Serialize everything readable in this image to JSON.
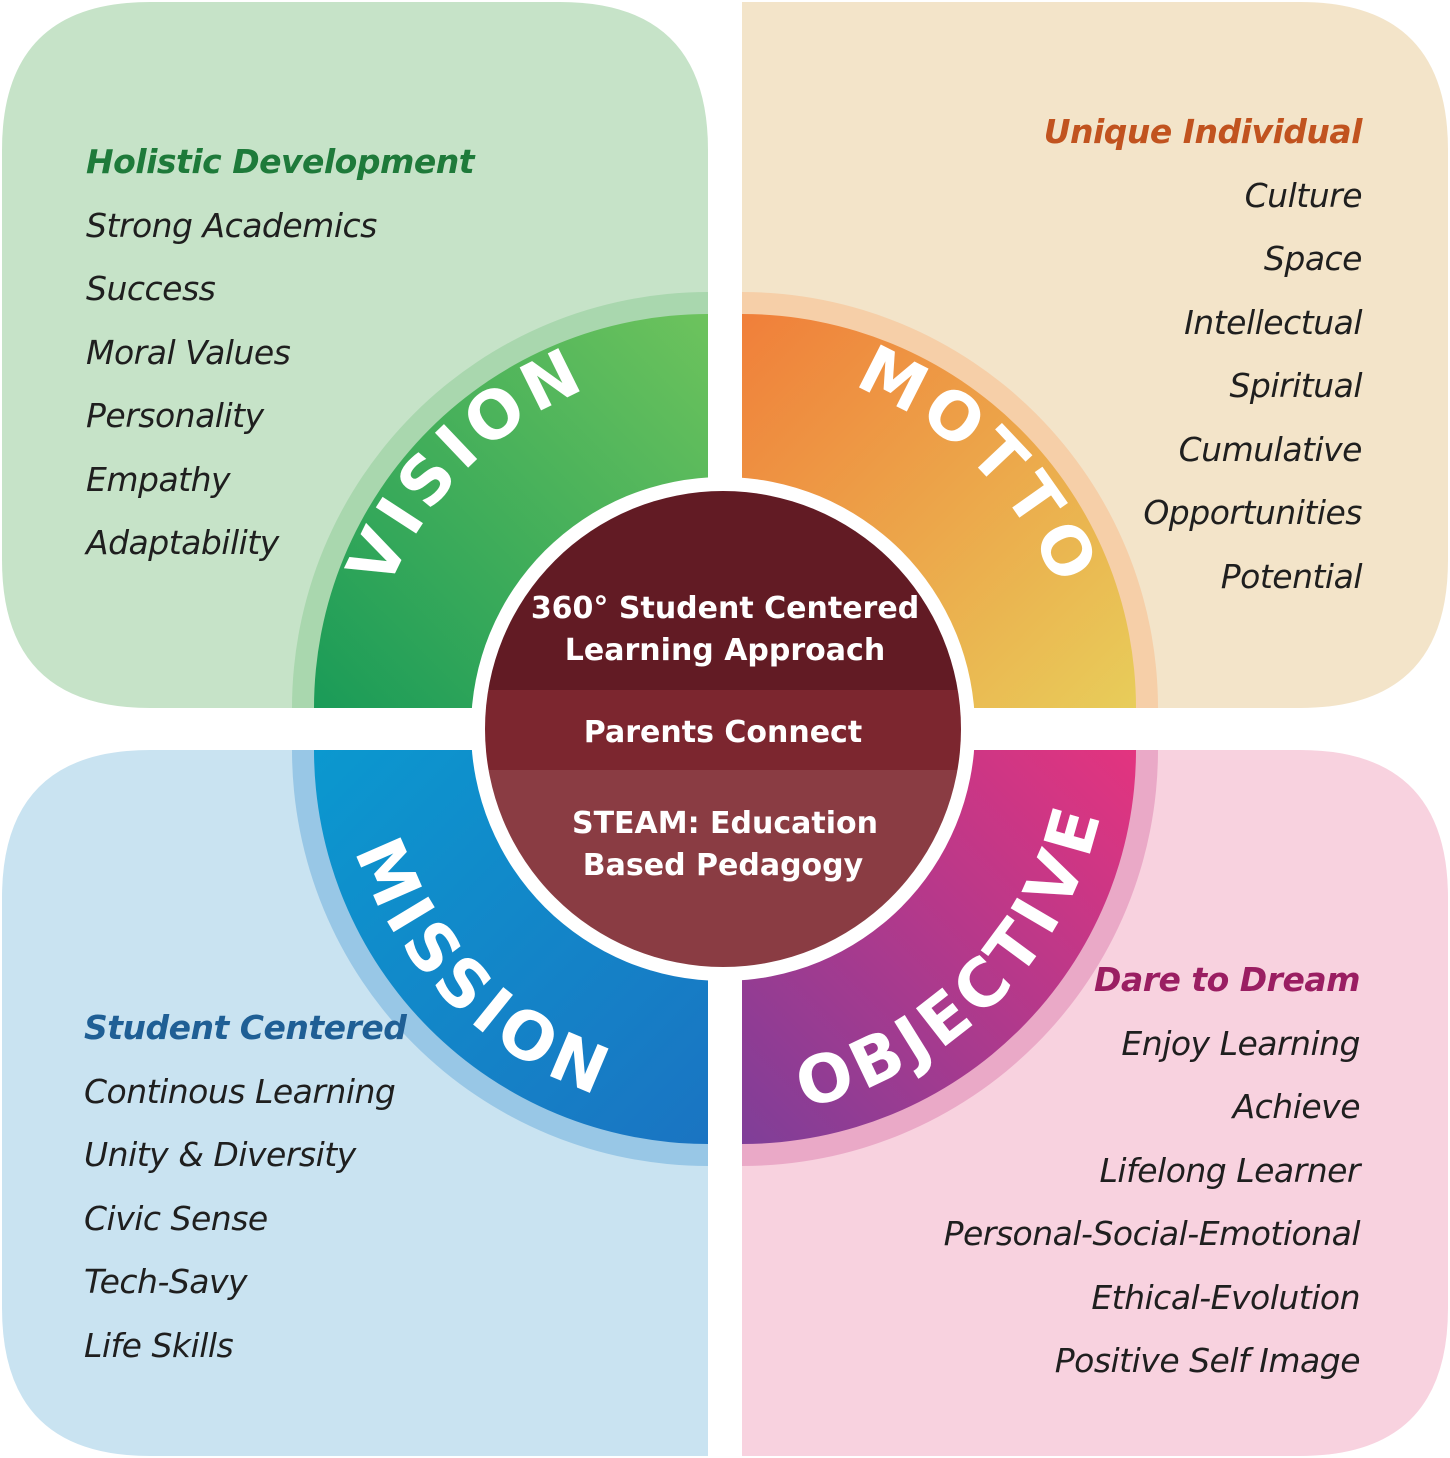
{
  "center": {
    "line1": "360° Student Centered",
    "line2": "Learning Approach",
    "middle": "Parents Connect",
    "bottom1": "STEAM: Education",
    "bottom2": "Based Pedagogy"
  },
  "ring": {
    "vision": "VISION",
    "motto": "MOTTO",
    "mission": "MISSION",
    "objective": "OBJECTIVE"
  },
  "vision": {
    "heading": "Holistic Development",
    "items": [
      "Strong Academics",
      "Success",
      "Moral Values",
      "Personality",
      "Empathy",
      "Adaptability"
    ]
  },
  "motto": {
    "heading": "Unique Individual",
    "items": [
      "Culture",
      "Space",
      "Intellectual",
      "Spiritual",
      "Cumulative",
      "Opportunities",
      "Potential"
    ]
  },
  "mission": {
    "heading": "Student Centered",
    "items": [
      "Continous Learning",
      "Unity & Diversity",
      "Civic Sense",
      "Tech-Savy",
      "Life Skills"
    ]
  },
  "objective": {
    "heading": "Dare to Dream",
    "items": [
      "Enjoy Learning",
      "Achieve",
      "Lifelong Learner",
      "Personal-Social-Emotional",
      "Ethical-Evolution",
      "Positive Self Image"
    ]
  },
  "colors": {
    "vision_panel": "#c6e3c8",
    "motto_panel": "#f3e4c9",
    "mission_panel": "#c9e3f1",
    "objective_panel": "#f8d2df",
    "center_top": "#621b24",
    "center_mid": "#7c262f",
    "center_bottom": "#8a3c43"
  }
}
